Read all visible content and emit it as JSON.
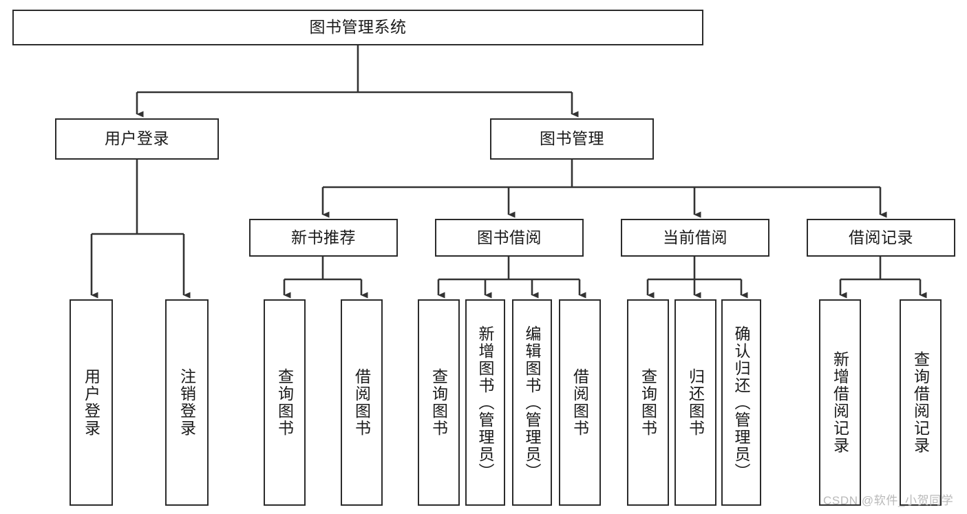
{
  "diagram": {
    "title": "图书管理系统",
    "type": "functional-structure-tree",
    "colors": {
      "box_border": "#2b2b2b",
      "box_fill": "#ffffff",
      "connector": "#333333",
      "text": "#1a1a1a",
      "watermark": "#b9b9b9",
      "background": "#ffffff"
    },
    "root": {
      "label": "图书管理系统"
    },
    "level2": [
      {
        "label": "用户登录"
      },
      {
        "label": "图书管理"
      }
    ],
    "level3": [
      {
        "label": "新书推荐"
      },
      {
        "label": "图书借阅"
      },
      {
        "label": "当前借阅"
      },
      {
        "label": "借阅记录"
      }
    ],
    "leaves": {
      "user_login": [
        {
          "label": "用户登录"
        },
        {
          "label": "注销登录"
        }
      ],
      "new_book_recommend": [
        {
          "label": "查询图书"
        },
        {
          "label": "借阅图书"
        }
      ],
      "book_borrow": [
        {
          "label": "查询图书"
        },
        {
          "label": "新增图书（管理员）"
        },
        {
          "label": "编辑图书（管理员）"
        },
        {
          "label": "借阅图书"
        }
      ],
      "current_borrow": [
        {
          "label": "查询图书"
        },
        {
          "label": "归还图书"
        },
        {
          "label": "确认归还（管理员）"
        }
      ],
      "borrow_record": [
        {
          "label": "新增借阅记录"
        },
        {
          "label": "查询借阅记录"
        }
      ]
    }
  },
  "watermark": {
    "text": "CSDN @软件_小贺同学"
  }
}
